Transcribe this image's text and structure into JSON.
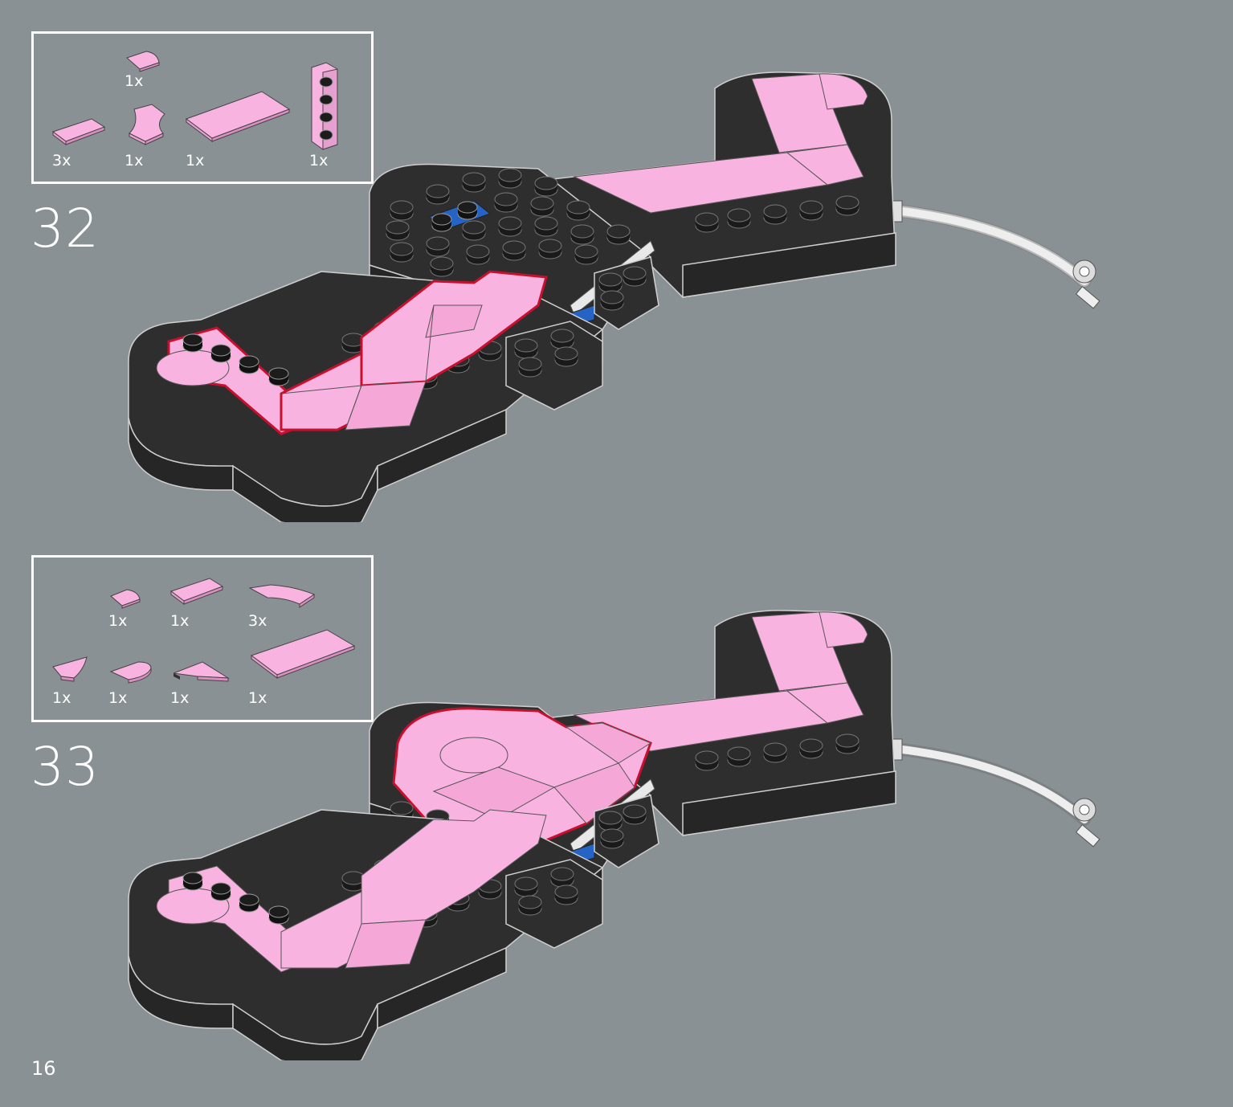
{
  "page": {
    "number": "16"
  },
  "colors": {
    "pink": "#f9b3e0",
    "black_brick": "#2e2e2e",
    "blue": "#2563c4",
    "highlight": "#c8102e",
    "background": "#8a9194"
  },
  "steps": [
    {
      "number": "32",
      "parts": [
        {
          "icon": "quarter-round-tile-icon",
          "qty": "1x"
        },
        {
          "icon": "flat-tile-1x2-icon",
          "qty": "3x"
        },
        {
          "icon": "curved-tile-icon",
          "qty": "1x"
        },
        {
          "icon": "flat-tile-2x4-icon",
          "qty": "1x"
        },
        {
          "icon": "wedge-plate-4-stud-icon",
          "qty": "1x"
        }
      ]
    },
    {
      "number": "33",
      "parts": [
        {
          "icon": "quarter-round-tile-icon",
          "qty": "1x"
        },
        {
          "icon": "flat-tile-1x2-icon",
          "qty": "1x"
        },
        {
          "icon": "macaroni-tile-icon",
          "qty": "3x"
        },
        {
          "icon": "wedge-tile-left-icon",
          "qty": "1x"
        },
        {
          "icon": "round-corner-tile-icon",
          "qty": "1x"
        },
        {
          "icon": "triangle-tile-icon",
          "qty": "1x"
        },
        {
          "icon": "flat-tile-2x4-icon",
          "qty": "1x"
        }
      ]
    }
  ]
}
